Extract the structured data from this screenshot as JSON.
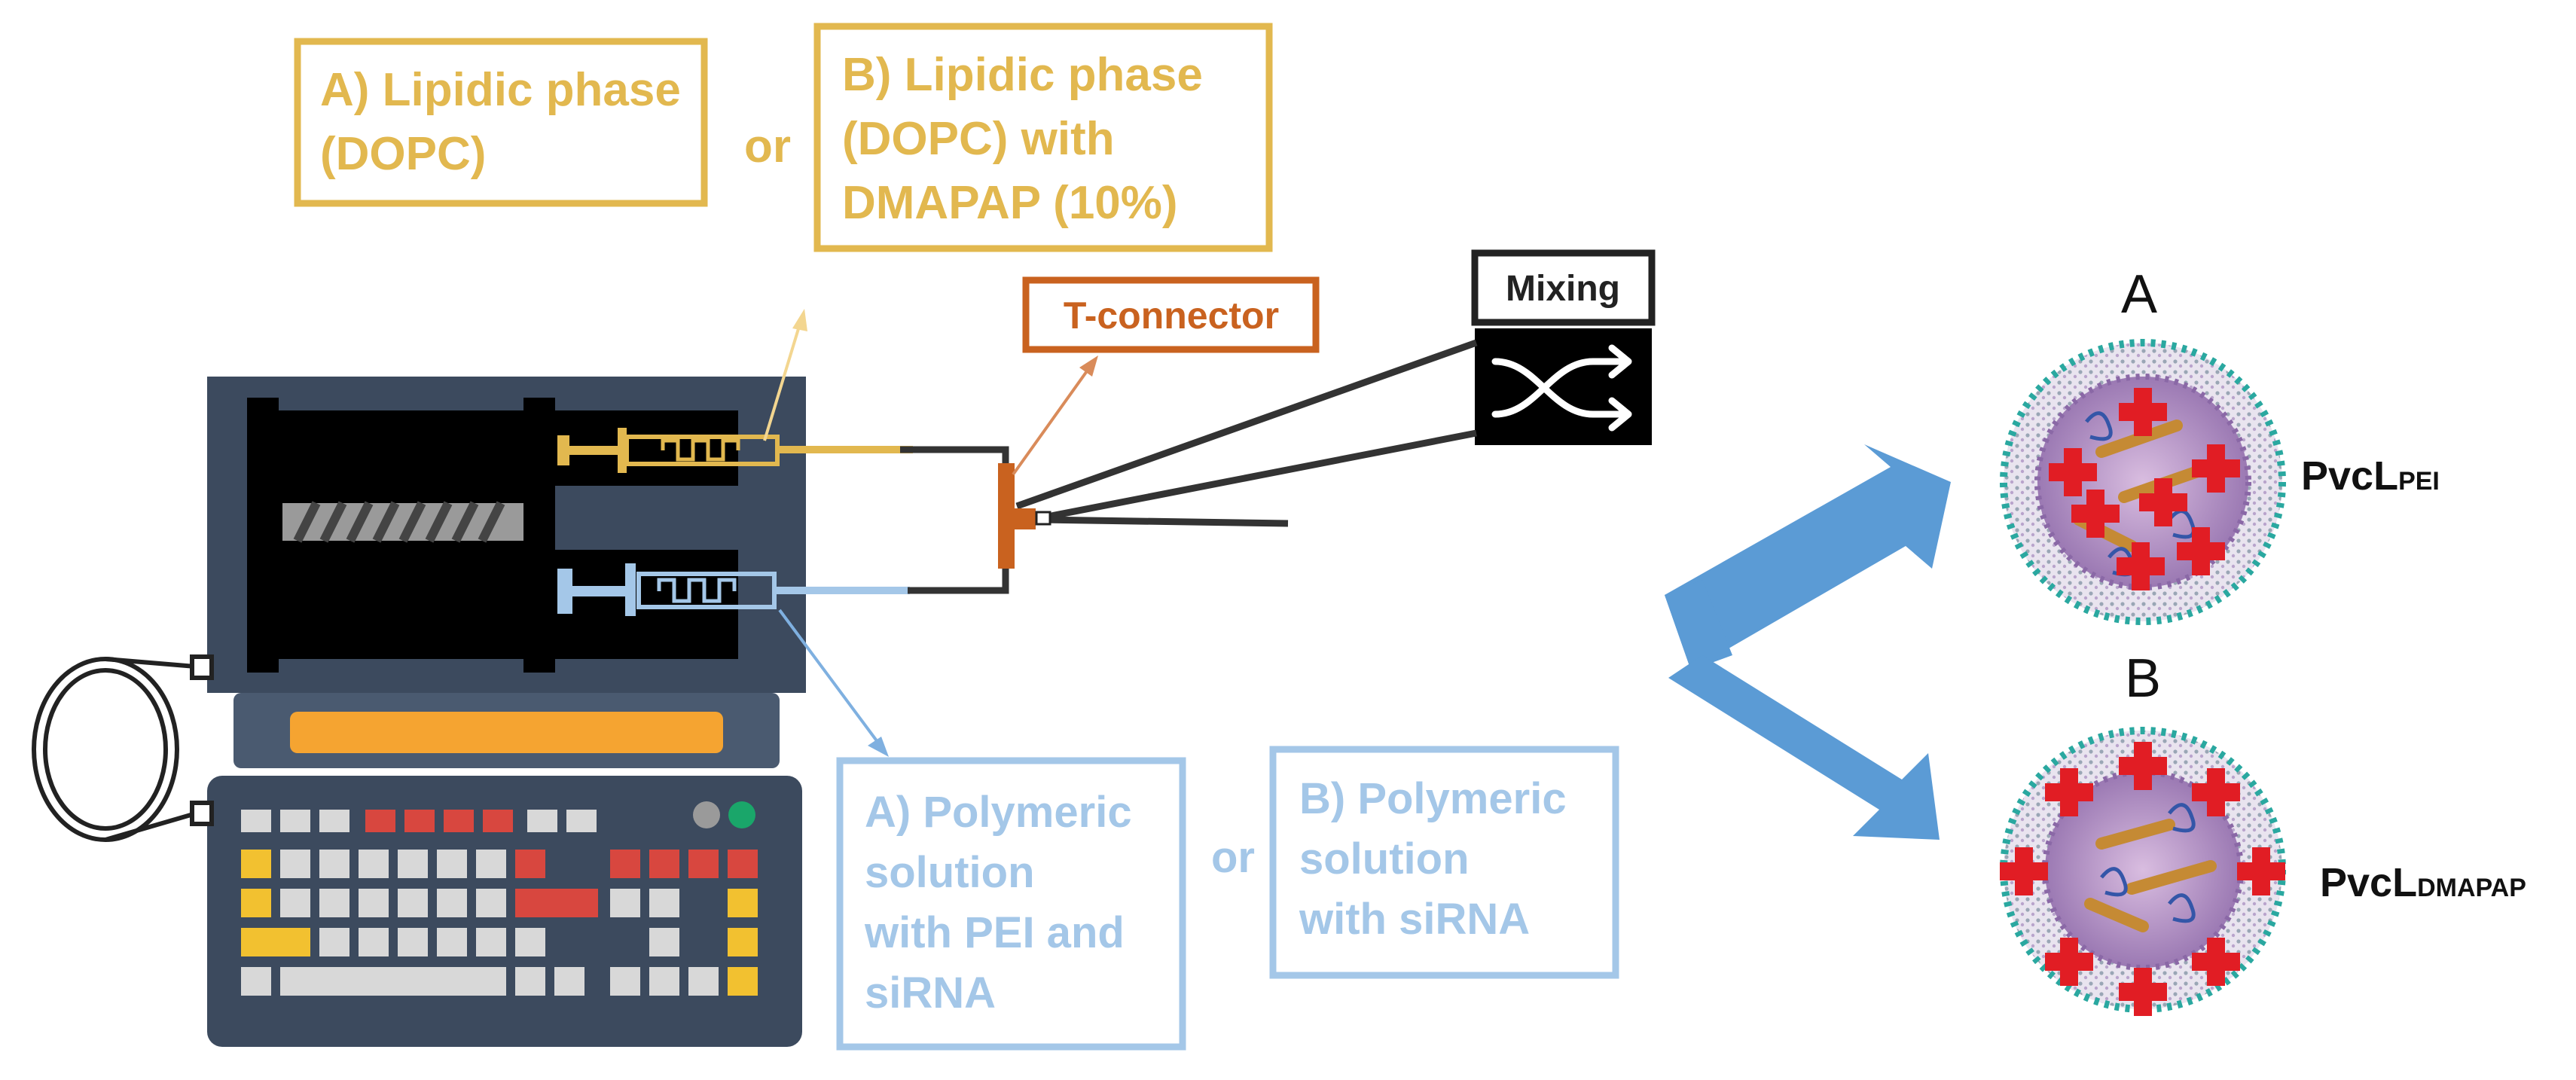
{
  "colors": {
    "lipid": "#e2b84f",
    "polymer": "#a4c7e8",
    "connector": "#c9621f",
    "arrow": "#5b9bd5",
    "machine": "#3c4a5e",
    "machine_light": "#4a5a70",
    "accent_orange": "#f5a431"
  },
  "lipid_options": {
    "a": {
      "line1": "A) Lipidic phase",
      "line2": "(DOPC)"
    },
    "or": "or",
    "b": {
      "line1": "B) Lipidic phase",
      "line2": "(DOPC) with",
      "line3": "DMAPAP (10%)"
    }
  },
  "connector_label": "T-connector",
  "mixing_label": "Mixing",
  "mixing_icon": "shuffle-icon",
  "polymer_options": {
    "a": {
      "line1": "A) Polymeric",
      "line2": "solution",
      "line3": "with PEI and",
      "line4": "siRNA"
    },
    "or": "or",
    "b": {
      "line1": "B) Polymeric",
      "line2": "solution",
      "line3": "with siRNA"
    }
  },
  "result_a": {
    "letter": "A",
    "label_main": "PvcL",
    "label_sub": "PEI"
  },
  "result_b": {
    "letter": "B",
    "label_main": "PvcL",
    "label_sub": "DMAPAP"
  }
}
